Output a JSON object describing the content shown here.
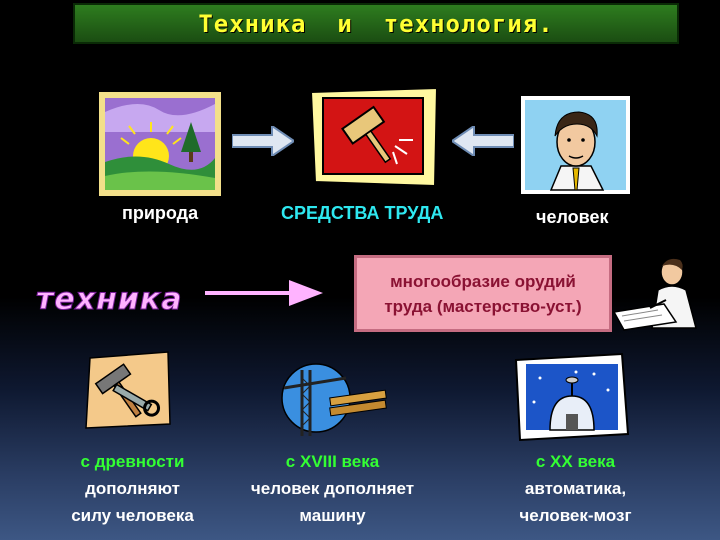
{
  "title": "Техника  и  технология.",
  "top_row": {
    "nature_label": "природа",
    "tools_label": "СРЕДСТВА ТРУДА",
    "human_label": "человек"
  },
  "middle_row": {
    "technique_word": "техника",
    "variety_line1": "многообразие орудий",
    "variety_line2": "труда (мастерство-уст.)"
  },
  "bottom_row": [
    {
      "heading": "с древности",
      "line1": "дополняют",
      "line2": "силу человека"
    },
    {
      "heading": "с XVIII века",
      "line1": "человек дополняет",
      "line2": "машину"
    },
    {
      "heading": "с XX века",
      "line1": "автоматика,",
      "line2": "человек-мозг"
    }
  ],
  "colors": {
    "title_bg": "#2e7d1f",
    "title_text": "#ffff33",
    "cyan_label": "#2ee8f0",
    "green_heading": "#33ff33",
    "pink_box": "#f4a6b6"
  }
}
